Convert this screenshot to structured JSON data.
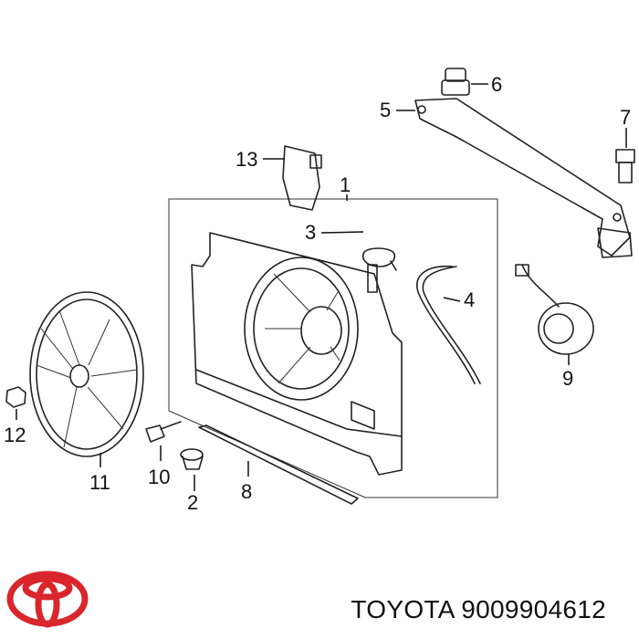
{
  "callouts": [
    {
      "id": "1",
      "label": "1"
    },
    {
      "id": "2",
      "label": "2"
    },
    {
      "id": "3",
      "label": "3"
    },
    {
      "id": "4",
      "label": "4"
    },
    {
      "id": "5",
      "label": "5"
    },
    {
      "id": "6",
      "label": "6"
    },
    {
      "id": "7",
      "label": "7"
    },
    {
      "id": "8",
      "label": "8"
    },
    {
      "id": "9",
      "label": "9"
    },
    {
      "id": "10",
      "label": "10"
    },
    {
      "id": "11",
      "label": "11"
    },
    {
      "id": "12",
      "label": "12"
    },
    {
      "id": "13",
      "label": "13"
    }
  ],
  "caption": {
    "brand": "TOYOTA",
    "part_number": "9009904612"
  },
  "logo": {
    "name": "toyota-logo",
    "color": "#d9262c"
  }
}
